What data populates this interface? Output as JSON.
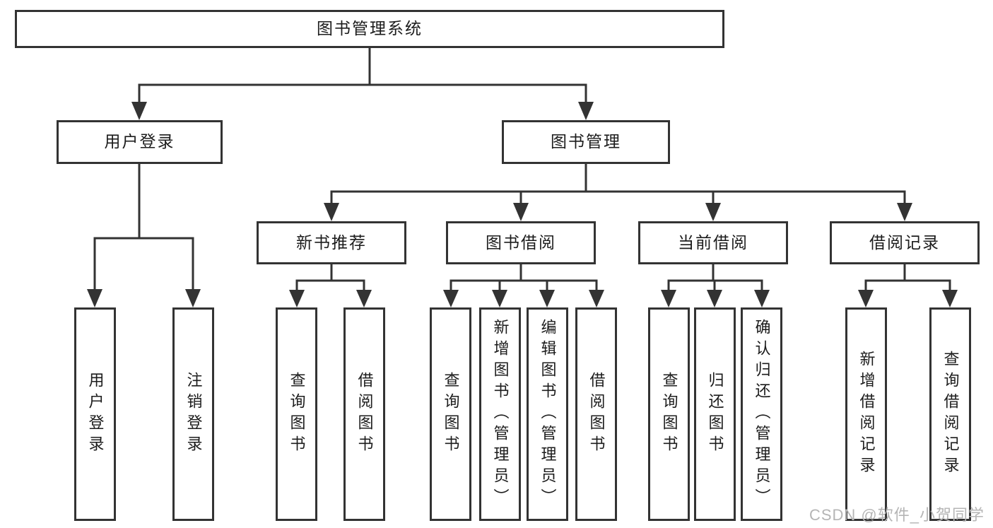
{
  "colors": {
    "line": "#333333",
    "box_border": "#333333",
    "box_fill": "#ffffff",
    "text": "#1c1c1c",
    "background": "#ffffff",
    "watermark": "#b5b5b5"
  },
  "tree": {
    "root": {
      "label": "图书管理系统"
    },
    "branches": [
      {
        "label": "用户登录",
        "children": [
          {
            "label": "用户登录"
          },
          {
            "label": "注销登录"
          }
        ]
      },
      {
        "label": "图书管理",
        "children": [
          {
            "label": "新书推荐",
            "children": [
              {
                "label": "查询图书"
              },
              {
                "label": "借阅图书"
              }
            ]
          },
          {
            "label": "图书借阅",
            "children": [
              {
                "label": "查询图书"
              },
              {
                "label": "新增图书（管理员）"
              },
              {
                "label": "编辑图书（管理员）"
              },
              {
                "label": "借阅图书"
              }
            ]
          },
          {
            "label": "当前借阅",
            "children": [
              {
                "label": "查询图书"
              },
              {
                "label": "归还图书"
              },
              {
                "label": "确认归还（管理员）"
              }
            ]
          },
          {
            "label": "借阅记录",
            "children": [
              {
                "label": "新增借阅记录"
              },
              {
                "label": "查询借阅记录"
              }
            ]
          }
        ]
      }
    ]
  },
  "watermark": {
    "text": "CSDN @软件_小贺同学"
  }
}
